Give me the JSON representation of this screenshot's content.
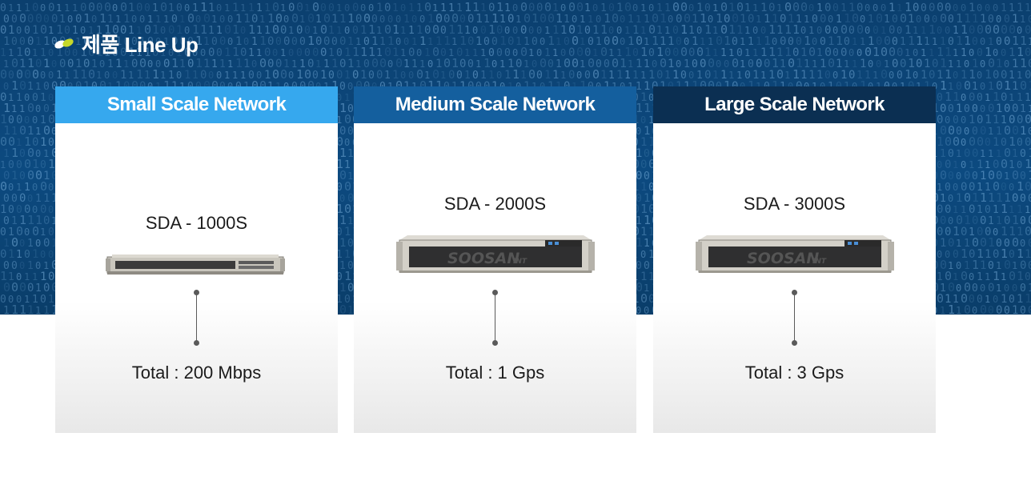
{
  "section": {
    "title": "제품 Line Up"
  },
  "cards": [
    {
      "header": "Small Scale Network",
      "header_color": "#36a8ee",
      "model": "SDA - 1000S",
      "total": "Total : 200 Mbps"
    },
    {
      "header": "Medium Scale Network",
      "header_color": "#145f9e",
      "model": "SDA - 2000S",
      "total": "Total : 1 Gps"
    },
    {
      "header": "Large Scale Network",
      "header_color": "#0b2f52",
      "model": "SDA - 3000S",
      "total": "Total : 3 Gps"
    }
  ],
  "device_logo": {
    "brand": "SOOSAN",
    "suffix": "INT"
  },
  "colors": {
    "hero_background": "#0c4a80",
    "accent_green": "#c5d82a"
  }
}
